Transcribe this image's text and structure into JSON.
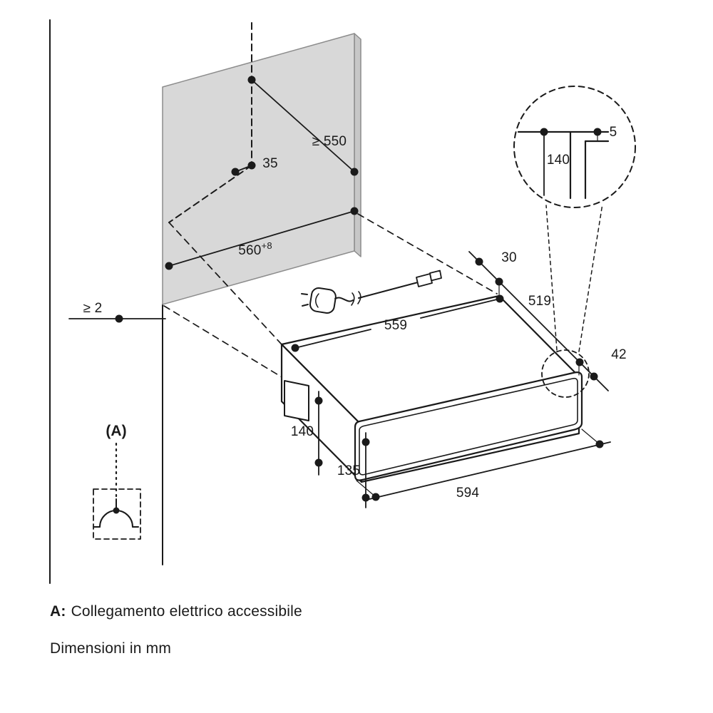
{
  "diagram": {
    "type": "appliance-installation-dimensions",
    "unit_note": "Dimensioni in mm",
    "legend": {
      "label": "A:",
      "text": "Collegamento elettrico accessibile"
    },
    "connection_marker": "(A)",
    "dimensions": {
      "niche_depth_min": "≥ 550",
      "top_offset": "35",
      "niche_width": "560",
      "niche_width_tolerance": "+8",
      "side_clearance_min": "≥ 2",
      "appliance_width": "559",
      "rear_clearance": "30",
      "appliance_depth": "519",
      "front_protrusion": "42",
      "appliance_height": "140",
      "lower_front_height": "135",
      "front_panel_width": "594",
      "detail_front_height": "140",
      "detail_top_gap": "5"
    },
    "colors": {
      "line": "#1a1a1a",
      "panel_fill": "#d8d8d8",
      "panel_edge_fill": "#c7c7c7",
      "background": "#ffffff"
    }
  }
}
